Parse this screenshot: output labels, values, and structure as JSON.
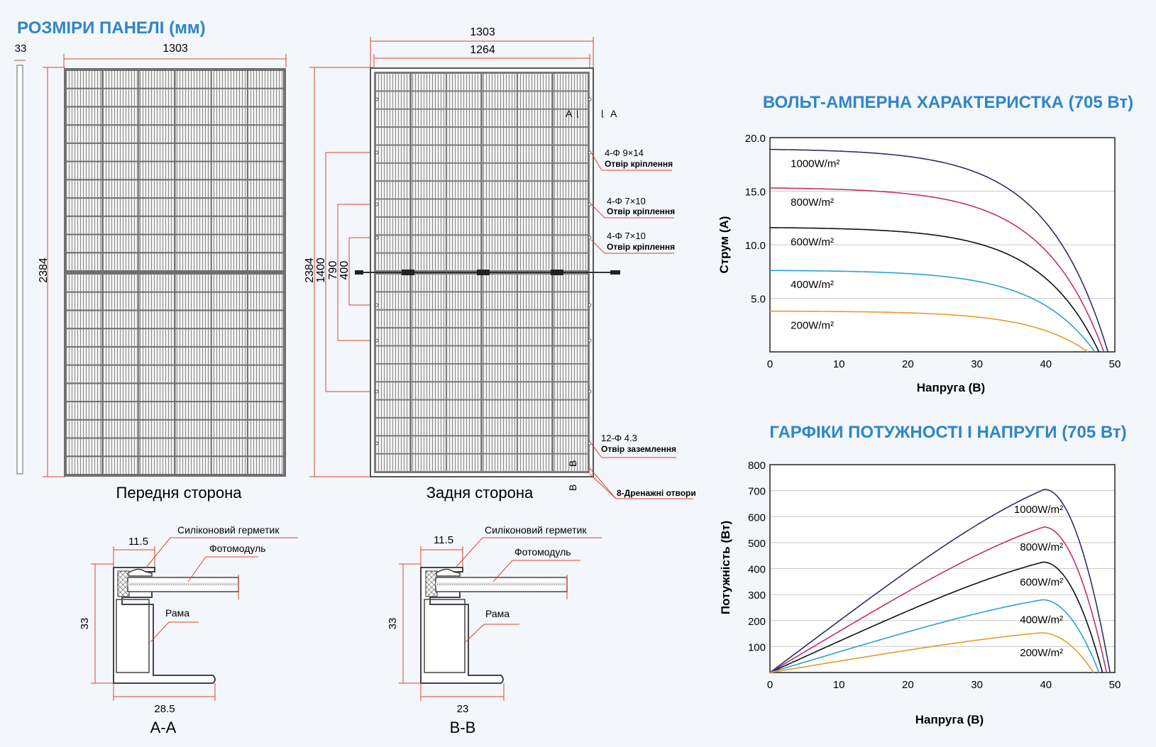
{
  "colors": {
    "background": "#f3f6fb",
    "title_blue": "#2e86c8",
    "dimension_red": "#d9462e",
    "panel_gray": "#6f6f6f",
    "curve_1000": "#2d2f66",
    "curve_800": "#c2306a",
    "curve_600": "#111111",
    "curve_400": "#2d9fd8",
    "curve_200": "#e89a2a"
  },
  "dimensions": {
    "title": "РОЗМІРИ ПАНЕЛІ (мм)",
    "front": {
      "caption": "Передня сторона",
      "thickness": "33",
      "width": "1303",
      "height": "2384"
    },
    "back": {
      "caption": "Задня сторона",
      "width_outer": "1303",
      "width_inner": "1264",
      "height_total": "2384",
      "height_1400": "1400",
      "height_790": "790",
      "height_400": "400",
      "section_a_left": "A",
      "section_a_right": "A",
      "section_b_top": "B",
      "section_b_bottom": "B",
      "callouts": [
        {
          "line1": "4-Φ 9×14",
          "line2": "Отвір кріплення"
        },
        {
          "line1": "4-Φ 7×10",
          "line2": "Отвір кріплення"
        },
        {
          "line1": "4-Φ 7×10",
          "line2": "Отвір кріплення"
        },
        {
          "line1": "12-Φ 4.3",
          "line2": "Отвір заземлення"
        }
      ],
      "drain": "8-Дренажні отвори"
    },
    "section_aa": {
      "caption": "A-A",
      "top": "11.5",
      "height": "33",
      "bottom": "28.5",
      "sealant": "Силіконовий герметик",
      "module": "Фотомодуль",
      "frame": "Рама"
    },
    "section_bb": {
      "caption": "B-B",
      "top": "11.5",
      "height": "33",
      "bottom": "23",
      "sealant": "Силіконовий герметик",
      "module": "Фотомодуль",
      "frame": "Рама"
    }
  },
  "chart_data": [
    {
      "type": "line",
      "title": "ВОЛЬТ-АМПЕРНА ХАРАКТЕРИСТКА (705 Вт)",
      "xlabel": "Напруга (В)",
      "ylabel": "Струм (А)",
      "xlim": [
        0,
        50
      ],
      "ylim": [
        0,
        20
      ],
      "xticks": [
        0,
        10,
        20,
        30,
        40,
        50
      ],
      "yticks": [
        5.0,
        10.0,
        15.0,
        20.0
      ],
      "ytick_labels": [
        "5.0",
        "10.0",
        "15.0",
        "20.0"
      ],
      "grid": true,
      "series": [
        {
          "name": "1000W/m²",
          "color": "#2d2f66",
          "isc": 18.9,
          "knee": 38,
          "voc": 49.0
        },
        {
          "name": "800W/m²",
          "color": "#c2306a",
          "isc": 15.3,
          "knee": 37,
          "voc": 48.4
        },
        {
          "name": "600W/m²",
          "color": "#111111",
          "isc": 11.6,
          "knee": 36,
          "voc": 47.7
        },
        {
          "name": "400W/m²",
          "color": "#2d9fd8",
          "isc": 7.6,
          "knee": 35,
          "voc": 47.1
        },
        {
          "name": "200W/m²",
          "color": "#e89a2a",
          "isc": 3.8,
          "knee": 33,
          "voc": 46.1
        }
      ]
    },
    {
      "type": "line",
      "title": "ГАРФІКИ ПОТУЖНОСТІ І НАПРУГИ (705 Вт)",
      "xlabel": "Напруга (В)",
      "ylabel": "Потужність (Вт)",
      "xlim": [
        0,
        50
      ],
      "ylim": [
        0,
        800
      ],
      "xticks": [
        0,
        10,
        20,
        30,
        40,
        50
      ],
      "yticks": [
        100,
        200,
        300,
        400,
        500,
        600,
        700,
        800
      ],
      "grid": true,
      "series": [
        {
          "name": "1000W/m²",
          "color": "#2d2f66",
          "vmp": 39.8,
          "pmax": 705,
          "voc": 49.3
        },
        {
          "name": "800W/m²",
          "color": "#c2306a",
          "vmp": 39.7,
          "pmax": 560,
          "voc": 48.8
        },
        {
          "name": "600W/m²",
          "color": "#111111",
          "vmp": 39.6,
          "pmax": 425,
          "voc": 48.2
        },
        {
          "name": "400W/m²",
          "color": "#2d9fd8",
          "vmp": 39.5,
          "pmax": 280,
          "voc": 47.7
        },
        {
          "name": "200W/m²",
          "color": "#e89a2a",
          "vmp": 39.3,
          "pmax": 153,
          "voc": 46.9
        }
      ]
    }
  ]
}
